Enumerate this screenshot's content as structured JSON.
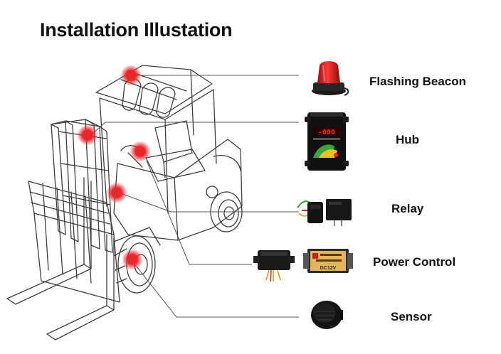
{
  "title": "Installation Illustation",
  "components": [
    {
      "id": "beacon",
      "label": "Flashing Beacon"
    },
    {
      "id": "hub",
      "label": "Hub"
    },
    {
      "id": "relay",
      "label": "Relay"
    },
    {
      "id": "power",
      "label": "Power Control"
    },
    {
      "id": "sensor",
      "label": "Sensor"
    }
  ],
  "hub_display": "-000",
  "power_voltage": "DC12V",
  "colors": {
    "marker": "#e8262b",
    "beacon": "#d3151b",
    "line": "#555555"
  }
}
